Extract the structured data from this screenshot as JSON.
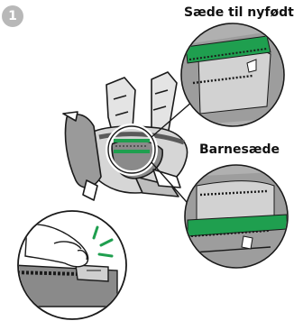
{
  "step": {
    "number": "1"
  },
  "labels": {
    "newborn_seat": "Sæde til nyfødt",
    "child_seat": "Barnesæde"
  },
  "colors": {
    "accent_green": "#1f9f4f",
    "outline": "#1a1a1a",
    "fabric_gray": "#8a8a8a",
    "dark_gray": "#4a4a4a",
    "light_gray": "#d9d9d9",
    "badge_gray": "#b8b8b8"
  }
}
